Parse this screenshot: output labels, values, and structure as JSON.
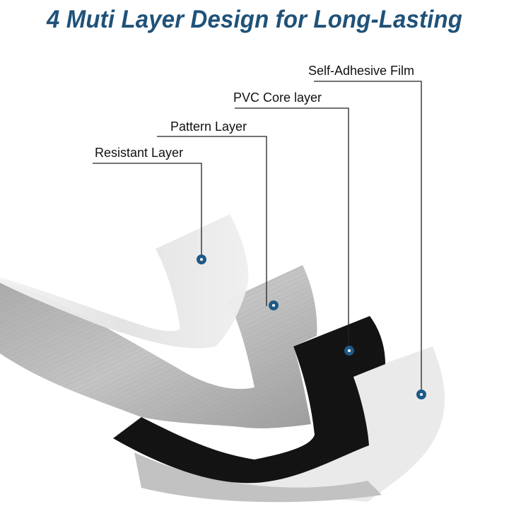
{
  "title": "4 Muti Layer Design for Long-Lasting",
  "colors": {
    "title": "#1f5279",
    "marker": "#1f5a87",
    "leader_line": "#222222",
    "resistant_layer": "#ececec",
    "pattern_layer": "#c8c8c8",
    "pvc_core_layer": "#111111",
    "adhesive_film": "#e6e6e6"
  },
  "layers": [
    {
      "label": "Resistant Layer",
      "marker": "dot"
    },
    {
      "label": "Pattern Layer",
      "marker": "dot"
    },
    {
      "label": "PVC Core layer",
      "marker": "dot"
    },
    {
      "label": "Self-Adhesive Film",
      "marker": "dot"
    }
  ]
}
